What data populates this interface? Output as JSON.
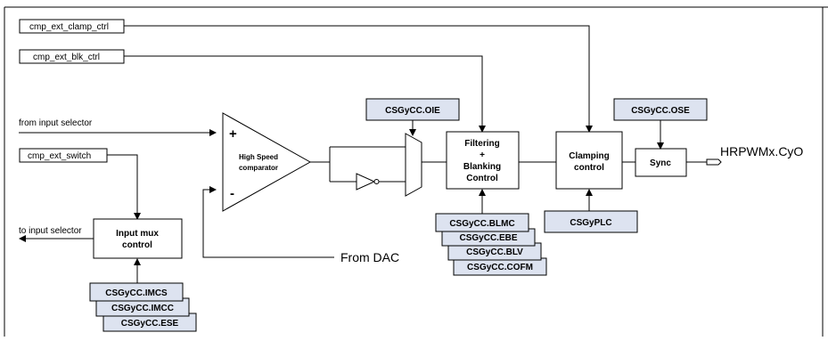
{
  "signals": {
    "clamp_ctrl": "cmp_ext_clamp_ctrl",
    "blk_ctrl": "cmp_ext_blk_ctrl",
    "switch": "cmp_ext_switch"
  },
  "labels": {
    "from_input_selector": "from input selector",
    "to_input_selector": "to input selector",
    "from_dac": "From DAC",
    "output": "HRPWMx.CyO",
    "plus": "+",
    "minus": "-"
  },
  "comparator": {
    "line1": "High Speed",
    "line2": "comparator"
  },
  "blocks": {
    "input_mux": [
      "Input mux",
      "control"
    ],
    "filtering": [
      "Filtering",
      "+",
      "Blanking",
      "Control"
    ],
    "clamping": [
      "Clamping",
      "control"
    ],
    "sync": "Sync"
  },
  "registers": {
    "oie": "CSGyCC.OIE",
    "ose": "CSGyCC.OSE",
    "plc": "CSGyPLC",
    "filter_stack": [
      "CSGyCC.BLMC",
      "CSGyCC.EBE",
      "CSGyCC.BLV",
      "CSGyCC.COFM"
    ],
    "mux_stack": [
      "CSGyCC.IMCS",
      "CSGyCC.IMCC",
      "CSGyCC.ESE"
    ]
  }
}
